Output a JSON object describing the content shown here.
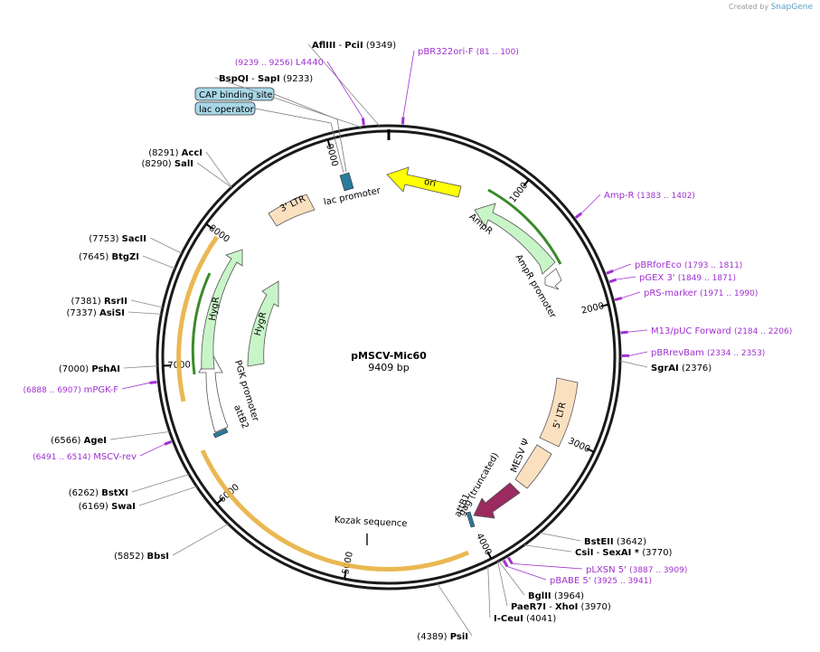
{
  "brand": {
    "created_by": "Created by",
    "name": "SnapGene"
  },
  "plasmid": {
    "name": "pMSCV-Mic60",
    "size_label": "9409 bp",
    "length": 9409
  },
  "colors": {
    "primer": "#a030d0",
    "site_label": "#000000",
    "backbone": "#1a1a1a",
    "hygR": "#c8f5c8",
    "ampR": "#c8f5c8",
    "ori": "#ffff00",
    "ltr": "#fbe0c0",
    "gag": "#9a2a60",
    "orf_highlight": "#e8b040",
    "orf_green": "#3b8a2a",
    "attB": "#2a7a9a"
  },
  "ticks": [
    {
      "pos": 1000,
      "label": "1000"
    },
    {
      "pos": 2000,
      "label": "2000"
    },
    {
      "pos": 3000,
      "label": "3000"
    },
    {
      "pos": 4000,
      "label": "4000"
    },
    {
      "pos": 5000,
      "label": "5000"
    },
    {
      "pos": 6000,
      "label": "6000"
    },
    {
      "pos": 7000,
      "label": "7000"
    },
    {
      "pos": 8000,
      "label": "8000"
    },
    {
      "pos": 9000,
      "label": "9000"
    }
  ],
  "sites": [
    {
      "id": "afliii",
      "coord": "(9349)",
      "name": "AflIII",
      "name2": "PciI",
      "pos": 9349,
      "side": "left"
    },
    {
      "id": "bspqi",
      "coord": "(9233)",
      "name": "BspQI",
      "name2": "SapI",
      "pos": 9233,
      "side": "left"
    },
    {
      "id": "acci",
      "coord": "(8291)",
      "name": "AccI",
      "pos": 8291,
      "side": "left"
    },
    {
      "id": "sali",
      "coord": "(8290)",
      "name": "SalI",
      "pos": 8290,
      "side": "left"
    },
    {
      "id": "sacii",
      "coord": "(7753)",
      "name": "SacII",
      "pos": 7753,
      "side": "left"
    },
    {
      "id": "btgzi",
      "coord": "(7645)",
      "name": "BtgZI",
      "pos": 7645,
      "side": "left"
    },
    {
      "id": "rsrii",
      "coord": "(7381)",
      "name": "RsrII",
      "pos": 7381,
      "side": "left"
    },
    {
      "id": "asisi",
      "coord": "(7337)",
      "name": "AsiSI",
      "pos": 7337,
      "side": "left"
    },
    {
      "id": "pshai",
      "coord": "(7000)",
      "name": "PshAI",
      "pos": 7000,
      "side": "left"
    },
    {
      "id": "agei",
      "coord": "(6566)",
      "name": "AgeI",
      "pos": 6566,
      "side": "left"
    },
    {
      "id": "bstxi",
      "coord": "(6262)",
      "name": "BstXI",
      "pos": 6262,
      "side": "left"
    },
    {
      "id": "swai",
      "coord": "(6169)",
      "name": "SwaI",
      "pos": 6169,
      "side": "left"
    },
    {
      "id": "bbsi",
      "coord": "(5852)",
      "name": "BbsI",
      "pos": 5852,
      "side": "left"
    },
    {
      "id": "psii",
      "coord": "(4389)",
      "name": "PsiI",
      "pos": 4389,
      "side": "right"
    },
    {
      "id": "sgrai",
      "coord": "(2376)",
      "name": "SgrAI",
      "pos": 2376,
      "side": "right"
    },
    {
      "id": "bsteii",
      "coord": "(3642)",
      "name": "BstEII",
      "pos": 3642,
      "side": "right"
    },
    {
      "id": "csii",
      "coord": "(3770)",
      "name": "CsiI",
      "name2": "SexAI *",
      "pos": 3770,
      "side": "right"
    },
    {
      "id": "bglii",
      "coord": "(3964)",
      "name": "BglII",
      "pos": 3964,
      "side": "right"
    },
    {
      "id": "pae",
      "coord": "(3970)",
      "name": "PaeR7I",
      "name2": "XhoI",
      "pos": 3970,
      "side": "right"
    },
    {
      "id": "iceui",
      "coord": "(4041)",
      "name": "I-CeuI",
      "pos": 4041,
      "side": "right"
    }
  ],
  "primers": [
    {
      "id": "pbr322ori",
      "name": "pBR322ori-F",
      "coord": "(81 .. 100)",
      "pos": 90
    },
    {
      "id": "l4440",
      "name": "L4440",
      "coord": "(9239 .. 9256)",
      "pos": 9248
    },
    {
      "id": "ampr-p",
      "name": "Amp-R",
      "coord": "(1383 .. 1402)",
      "pos": 1392
    },
    {
      "id": "pbrforeco",
      "name": "pBRforEco",
      "coord": "(1793 .. 1811)",
      "pos": 1802
    },
    {
      "id": "pgex3",
      "name": "pGEX 3'",
      "coord": "(1849 .. 1871)",
      "pos": 1860
    },
    {
      "id": "prs",
      "name": "pRS-marker",
      "coord": "(1971 .. 1990)",
      "pos": 1980
    },
    {
      "id": "m13",
      "name": "M13/pUC Forward",
      "coord": "(2184 .. 2206)",
      "pos": 2195
    },
    {
      "id": "pbrrevbam",
      "name": "pBRrevBam",
      "coord": "(2334 .. 2353)",
      "pos": 2343
    },
    {
      "id": "mpgkf",
      "name": "mPGK-F",
      "coord": "(6888 .. 6907)",
      "pos": 6897
    },
    {
      "id": "msvrev",
      "name": "MSCV-rev",
      "coord": "(6491 .. 6514)",
      "pos": 6502
    },
    {
      "id": "plxsn",
      "name": "pLXSN 5'",
      "coord": "(3887 .. 3909)",
      "pos": 3898
    },
    {
      "id": "pbabe",
      "name": "pBABE 5'",
      "coord": "(3925 .. 3941)",
      "pos": 3933
    }
  ],
  "boxed_features": [
    {
      "id": "cap",
      "label": "CAP binding site"
    },
    {
      "id": "lacop",
      "label": "lac operator"
    }
  ],
  "features": [
    {
      "id": "ori",
      "label": "ori"
    },
    {
      "id": "ampr",
      "label": "AmpR"
    },
    {
      "id": "ampr-promoter",
      "label": "AmpR promoter"
    },
    {
      "id": "ltr5",
      "label": "5' LTR"
    },
    {
      "id": "mesv",
      "label": "MESV Ψ"
    },
    {
      "id": "gag",
      "label": "gag (truncated)"
    },
    {
      "id": "attb1",
      "label": "attB1"
    },
    {
      "id": "kozak",
      "label": "Kozak sequence"
    },
    {
      "id": "attb2",
      "label": "attB2"
    },
    {
      "id": "pgk",
      "label": "PGK promoter"
    },
    {
      "id": "hygr1",
      "label": "HygR"
    },
    {
      "id": "hygr2",
      "label": "HygR"
    },
    {
      "id": "ltr3",
      "label": "3' LTR"
    },
    {
      "id": "lac",
      "label": "lac promoter"
    }
  ]
}
